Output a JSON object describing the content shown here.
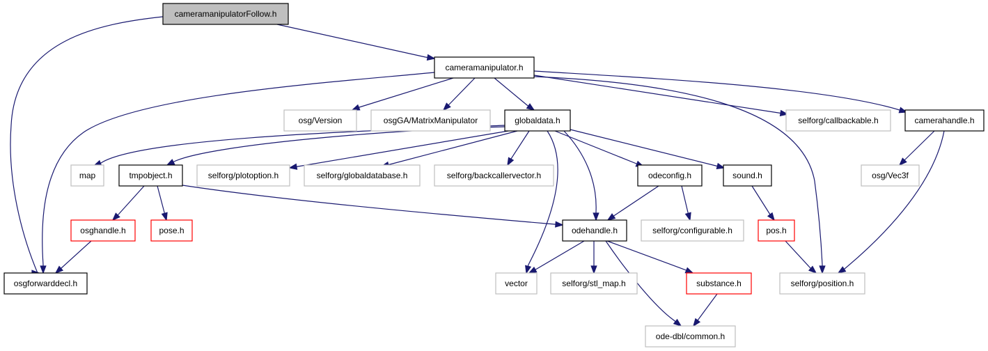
{
  "colors": {
    "edge": "#191970",
    "border_documented": "#000000",
    "border_undocumented": "#bfbfbf",
    "border_incomplete": "#ff0000",
    "root_fill": "#bfbfbf"
  },
  "nodes": [
    {
      "id": "cameramanipulatorFollow",
      "label": "cameramanipulatorFollow.h",
      "kind": "root"
    },
    {
      "id": "cameramanipulator",
      "label": "cameramanipulator.h",
      "kind": "documented"
    },
    {
      "id": "osgforwarddecl",
      "label": "osgforwarddecl.h",
      "kind": "documented"
    },
    {
      "id": "osgVersion",
      "label": "osg/Version",
      "kind": "undocumented"
    },
    {
      "id": "osgGAMatrixManipulator",
      "label": "osgGA/MatrixManipulator",
      "kind": "undocumented"
    },
    {
      "id": "globaldata",
      "label": "globaldata.h",
      "kind": "documented"
    },
    {
      "id": "callbackable",
      "label": "selforg/callbackable.h",
      "kind": "undocumented"
    },
    {
      "id": "camerahandle",
      "label": "camerahandle.h",
      "kind": "documented"
    },
    {
      "id": "map",
      "label": "map",
      "kind": "undocumented"
    },
    {
      "id": "tmpobject",
      "label": "tmpobject.h",
      "kind": "documented"
    },
    {
      "id": "plotoption",
      "label": "selforg/plotoption.h",
      "kind": "undocumented"
    },
    {
      "id": "globaldatabase",
      "label": "selforg/globaldatabase.h",
      "kind": "undocumented"
    },
    {
      "id": "backcallervector",
      "label": "selforg/backcallervector.h",
      "kind": "undocumented"
    },
    {
      "id": "odeconfig",
      "label": "odeconfig.h",
      "kind": "documented"
    },
    {
      "id": "sound",
      "label": "sound.h",
      "kind": "documented"
    },
    {
      "id": "osgVec3f",
      "label": "osg/Vec3f",
      "kind": "undocumented"
    },
    {
      "id": "osghandle",
      "label": "osghandle.h",
      "kind": "incomplete"
    },
    {
      "id": "pose",
      "label": "pose.h",
      "kind": "incomplete"
    },
    {
      "id": "odehandle",
      "label": "odehandle.h",
      "kind": "documented"
    },
    {
      "id": "configurable",
      "label": "selforg/configurable.h",
      "kind": "undocumented"
    },
    {
      "id": "pos",
      "label": "pos.h",
      "kind": "incomplete"
    },
    {
      "id": "vector",
      "label": "vector",
      "kind": "undocumented"
    },
    {
      "id": "stl_map",
      "label": "selforg/stl_map.h",
      "kind": "undocumented"
    },
    {
      "id": "substance",
      "label": "substance.h",
      "kind": "incomplete"
    },
    {
      "id": "position",
      "label": "selforg/position.h",
      "kind": "undocumented"
    },
    {
      "id": "common",
      "label": "ode-dbl/common.h",
      "kind": "undocumented"
    }
  ],
  "edges": [
    {
      "from": "cameramanipulatorFollow",
      "to": "cameramanipulator"
    },
    {
      "from": "cameramanipulatorFollow",
      "to": "osgforwarddecl"
    },
    {
      "from": "cameramanipulator",
      "to": "osgforwarddecl"
    },
    {
      "from": "cameramanipulator",
      "to": "osgVersion"
    },
    {
      "from": "cameramanipulator",
      "to": "osgGAMatrixManipulator"
    },
    {
      "from": "cameramanipulator",
      "to": "globaldata"
    },
    {
      "from": "cameramanipulator",
      "to": "callbackable"
    },
    {
      "from": "cameramanipulator",
      "to": "camerahandle"
    },
    {
      "from": "cameramanipulator",
      "to": "position"
    },
    {
      "from": "globaldata",
      "to": "map"
    },
    {
      "from": "globaldata",
      "to": "tmpobject"
    },
    {
      "from": "globaldata",
      "to": "plotoption"
    },
    {
      "from": "globaldata",
      "to": "globaldatabase"
    },
    {
      "from": "globaldata",
      "to": "backcallervector"
    },
    {
      "from": "globaldata",
      "to": "odeconfig"
    },
    {
      "from": "globaldata",
      "to": "sound"
    },
    {
      "from": "globaldata",
      "to": "odehandle"
    },
    {
      "from": "globaldata",
      "to": "vector"
    },
    {
      "from": "camerahandle",
      "to": "osgVec3f"
    },
    {
      "from": "camerahandle",
      "to": "position"
    },
    {
      "from": "tmpobject",
      "to": "osghandle"
    },
    {
      "from": "tmpobject",
      "to": "pose"
    },
    {
      "from": "tmpobject",
      "to": "odehandle"
    },
    {
      "from": "osghandle",
      "to": "osgforwarddecl"
    },
    {
      "from": "odeconfig",
      "to": "odehandle"
    },
    {
      "from": "odeconfig",
      "to": "configurable"
    },
    {
      "from": "sound",
      "to": "pos"
    },
    {
      "from": "pos",
      "to": "position"
    },
    {
      "from": "odehandle",
      "to": "vector"
    },
    {
      "from": "odehandle",
      "to": "stl_map"
    },
    {
      "from": "odehandle",
      "to": "substance"
    },
    {
      "from": "odehandle",
      "to": "common"
    },
    {
      "from": "substance",
      "to": "common"
    }
  ]
}
